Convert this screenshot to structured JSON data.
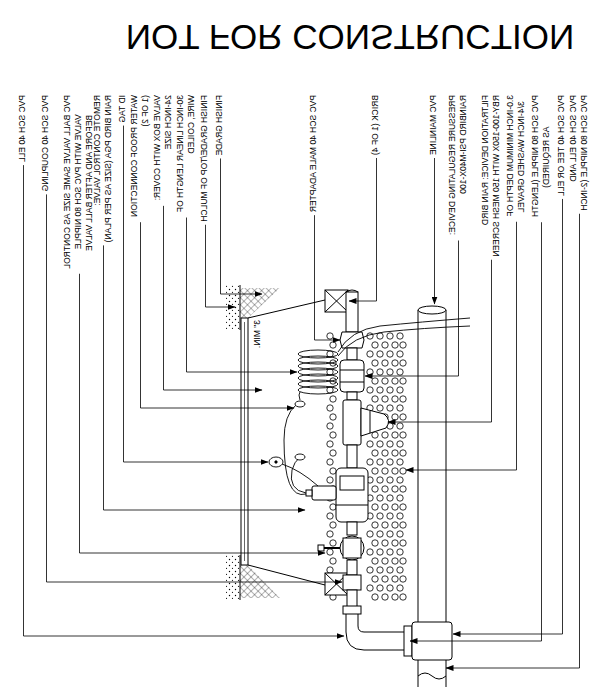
{
  "diagram": {
    "labels": [
      "NOT FOR CONSTRUCTION",
      "PVC SCH 40 ELL",
      "PVC SCH 40 COUPLING",
      "PVC BALL VALVE SAME SIZE AS CONTROL VALVE WITH PVC SCH 80 NIPPLE BEFORE AND AFTER BALL VALVE",
      "REMOTE CONTROL VALVE: RAIN BIRD PGA (SIZE AS PER PLAN)",
      "ID TAG",
      "WATER PROOF CONNECTION (1 OF 2)",
      "VALVE BOX WITH COVER: 24-INCH SIZE",
      "30-INCH LINEAR LENGTH OF WIRE, COILED",
      "FINISH GRADE/TOP OF MULCH",
      "FINISH GRADE",
      "PVC SCH 40 MALE ADAPTER",
      "BRICK (1 OF 4)",
      "PVC MAINLINE",
      "PRESSURE REGULATING DEVICE: RAINBIRD PSI-M40X-100",
      "FILTRATION DEVICE: RAIN BIRD RBY-100-150X WITH 150 MESH SCREEN",
      "3.0-INCH MINIMUM DEPTH OF 3/4-INCH WASHED GRAVEL",
      "PVC SCH 80 NIPPLE (LENGTH AS REQUIRED)",
      "PVC SCH 40 TEE OR ELL",
      "PVC SCH 40 ELL AND PVC SCH 80 NIPPLE (2-INCH",
      "3\" MIN."
    ]
  }
}
